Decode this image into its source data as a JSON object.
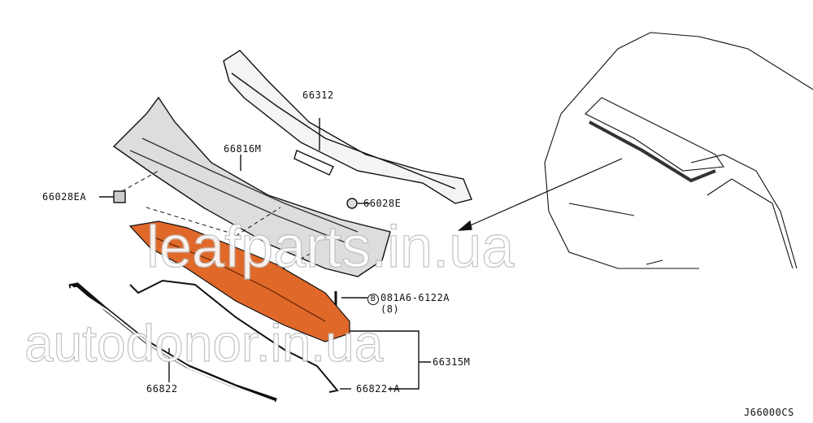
{
  "parts": {
    "cowl_top": "66312",
    "cowl_top_grille": "66816M",
    "clip_ea": "66028EA",
    "clip_e": "66028E",
    "bolt_symbol": "B",
    "bolt": "081A6-6122A",
    "bolt_qty": "(8)",
    "cowl_panel": "66315M",
    "seal": "66822",
    "seal_a": "66822+A"
  },
  "diagram_code": "J66000CS",
  "watermarks": {
    "top": "leafparts.in.ua",
    "bottom": "autodonor.in.ua"
  },
  "colors": {
    "highlight": "#e0692a",
    "line": "#111111"
  }
}
